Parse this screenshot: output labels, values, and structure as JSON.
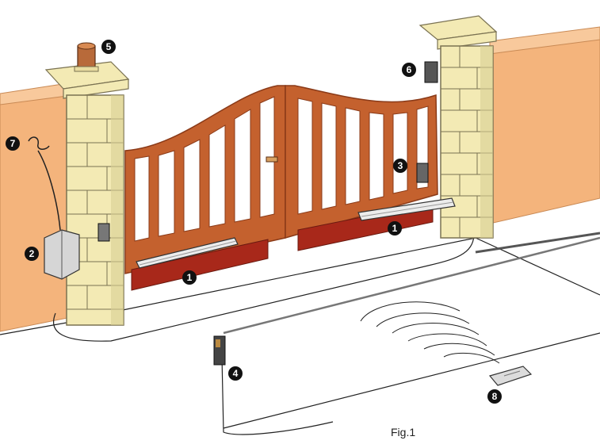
{
  "caption": "Fig.1",
  "callouts": {
    "actuator_left": "1",
    "actuator_right": "1",
    "control_unit": "2",
    "photocell_right": "3",
    "photocell_post": "4",
    "flashing_light": "5",
    "key_selector": "6",
    "antenna": "7",
    "remote_transmitter": "8"
  },
  "colors": {
    "wall": "#f4b47c",
    "wall_top": "#f8c99c",
    "pillar_stone": "#f3eab4",
    "pillar_mortar": "#7a7252",
    "gate_wood": "#c4612e",
    "gate_wood_dark": "#8a3a18",
    "gate_panel": "#a8281a",
    "actuator_body": "#e9e9e9",
    "callout_bg": "#111111",
    "line": "#222222"
  }
}
